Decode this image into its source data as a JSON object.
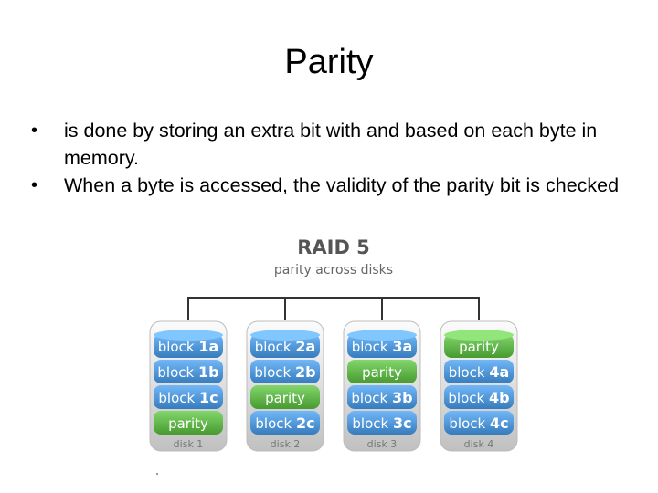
{
  "slide": {
    "title": "Parity",
    "bullets": [
      " is done by storing an extra bit with and based on each byte in memory.",
      "When a byte is accessed, the validity of the parity bit is checked"
    ]
  },
  "diagram": {
    "title": "RAID 5",
    "subtitle": "parity across disks",
    "colors": {
      "data_block": "#4a90d0",
      "parity_block": "#5aae44",
      "disk": "#d4d4d4",
      "line": "#333333"
    },
    "disks": [
      {
        "label": "disk 1",
        "blocks": [
          {
            "kind": "data",
            "prefix": "block ",
            "id": "1a"
          },
          {
            "kind": "data",
            "prefix": "block ",
            "id": "1b"
          },
          {
            "kind": "data",
            "prefix": "block ",
            "id": "1c"
          },
          {
            "kind": "parity",
            "prefix": "parity",
            "id": ""
          }
        ]
      },
      {
        "label": "disk 2",
        "blocks": [
          {
            "kind": "data",
            "prefix": "block ",
            "id": "2a"
          },
          {
            "kind": "data",
            "prefix": "block ",
            "id": "2b"
          },
          {
            "kind": "parity",
            "prefix": "parity",
            "id": ""
          },
          {
            "kind": "data",
            "prefix": "block ",
            "id": "2c"
          }
        ]
      },
      {
        "label": "disk 3",
        "blocks": [
          {
            "kind": "data",
            "prefix": "block ",
            "id": "3a"
          },
          {
            "kind": "parity",
            "prefix": "parity",
            "id": ""
          },
          {
            "kind": "data",
            "prefix": "block ",
            "id": "3b"
          },
          {
            "kind": "data",
            "prefix": "block ",
            "id": "3c"
          }
        ]
      },
      {
        "label": "disk 4",
        "blocks": [
          {
            "kind": "parity",
            "prefix": "parity",
            "id": ""
          },
          {
            "kind": "data",
            "prefix": "block ",
            "id": "4a"
          },
          {
            "kind": "data",
            "prefix": "block ",
            "id": "4b"
          },
          {
            "kind": "data",
            "prefix": "block ",
            "id": "4c"
          }
        ]
      }
    ]
  }
}
